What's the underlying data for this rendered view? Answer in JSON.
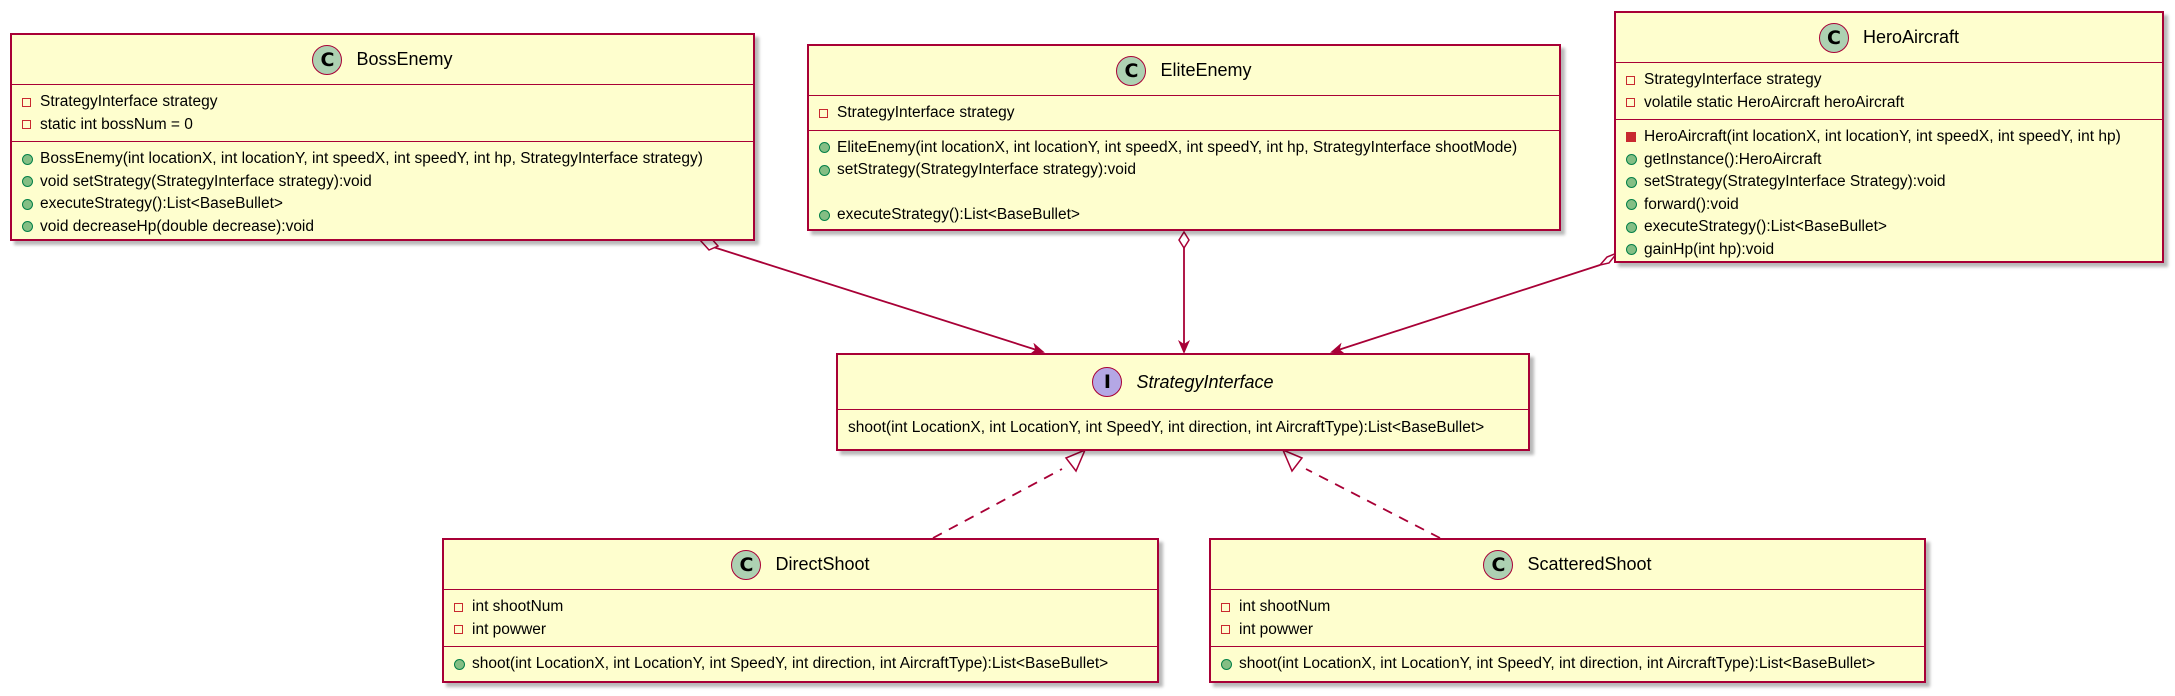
{
  "colors": {
    "class_fill": "#FEFECE",
    "border": "#A80036",
    "class_badge": "#ADD1B2",
    "interface_badge": "#B4A7E5",
    "private_marker": "#C82930",
    "public_marker": "#84BE84"
  },
  "classes": {
    "boss_enemy": {
      "badge": "C",
      "name": "BossEnemy",
      "fields": [
        "StrategyInterface strategy",
        "static int bossNum = 0"
      ],
      "methods": [
        "BossEnemy(int locationX, int locationY, int speedX, int speedY, int hp, StrategyInterface strategy)",
        "void setStrategy(StrategyInterface strategy):void",
        "executeStrategy():List<BaseBullet>",
        "void decreaseHp(double decrease):void"
      ]
    },
    "elite_enemy": {
      "badge": "C",
      "name": "EliteEnemy",
      "fields": [
        "StrategyInterface strategy"
      ],
      "methods": [
        "EliteEnemy(int locationX, int locationY, int speedX, int speedY, int hp, StrategyInterface shootMode)",
        "setStrategy(StrategyInterface strategy):void",
        "executeStrategy():List<BaseBullet>"
      ]
    },
    "hero_aircraft": {
      "badge": "C",
      "name": "HeroAircraft",
      "fields": [
        "StrategyInterface strategy",
        "volatile static HeroAircraft heroAircraft"
      ],
      "methods": [
        "HeroAircraft(int locationX, int locationY, int speedX, int speedY, int hp)",
        "getInstance():HeroAircraft",
        "setStrategy(StrategyInterface Strategy):void",
        "forward():void",
        "executeStrategy():List<BaseBullet>",
        "gainHp(int hp):void"
      ]
    },
    "strategy_interface": {
      "badge": "I",
      "name": "StrategyInterface",
      "methods": [
        "shoot(int LocationX, int LocationY, int SpeedY, int direction, int AircraftType):List<BaseBullet>"
      ]
    },
    "direct_shoot": {
      "badge": "C",
      "name": "DirectShoot",
      "fields": [
        "int shootNum",
        "int powwer"
      ],
      "methods": [
        "shoot(int LocationX, int LocationY, int SpeedY, int direction, int AircraftType):List<BaseBullet>"
      ]
    },
    "scattered_shoot": {
      "badge": "C",
      "name": "ScatteredShoot",
      "fields": [
        "int shootNum",
        "int powwer"
      ],
      "methods": [
        "shoot(int LocationX, int LocationY, int SpeedY, int direction, int AircraftType):List<BaseBullet>"
      ]
    }
  },
  "relations": [
    {
      "from": "BossEnemy",
      "to": "StrategyInterface",
      "kind": "aggregation"
    },
    {
      "from": "EliteEnemy",
      "to": "StrategyInterface",
      "kind": "aggregation"
    },
    {
      "from": "HeroAircraft",
      "to": "StrategyInterface",
      "kind": "aggregation"
    },
    {
      "from": "DirectShoot",
      "to": "StrategyInterface",
      "kind": "realization"
    },
    {
      "from": "ScatteredShoot",
      "to": "StrategyInterface",
      "kind": "realization"
    }
  ]
}
